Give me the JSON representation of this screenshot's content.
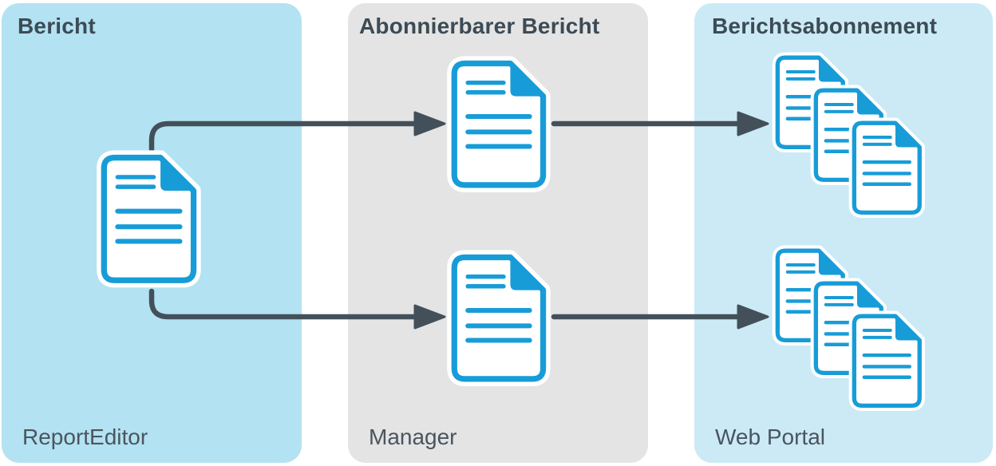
{
  "theme": {
    "page_bg": "#FFFFFF",
    "panel_left_bg": "#B3E2F2",
    "panel_middle_bg": "#E4E4E4",
    "panel_right_bg": "#CBEAF6",
    "doc_blue": "#189CD8",
    "arrow_color": "#43505A",
    "title_color": "#3C4B55",
    "label_color": "#4A555E"
  },
  "panels": [
    {
      "title": "Bericht",
      "app_label": "ReportEditor",
      "icons": [
        "document-icon"
      ]
    },
    {
      "title": "Abonnierbarer Bericht",
      "app_label": "Manager",
      "icons": [
        "document-icon",
        "document-icon"
      ]
    },
    {
      "title": "Berichtsabonnement",
      "app_label": "Web Portal",
      "icons": [
        "document-stack-icon",
        "document-stack-icon"
      ]
    }
  ],
  "arrows": [
    {
      "from": "bericht-document",
      "to": "abonnierbarer-bericht-document-top"
    },
    {
      "from": "abonnierbarer-bericht-document-top",
      "to": "berichtsabonnement-stack-top"
    },
    {
      "from": "bericht-document",
      "to": "abonnierbarer-bericht-document-bottom"
    },
    {
      "from": "abonnierbarer-bericht-document-bottom",
      "to": "berichtsabonnement-stack-bottom"
    }
  ]
}
